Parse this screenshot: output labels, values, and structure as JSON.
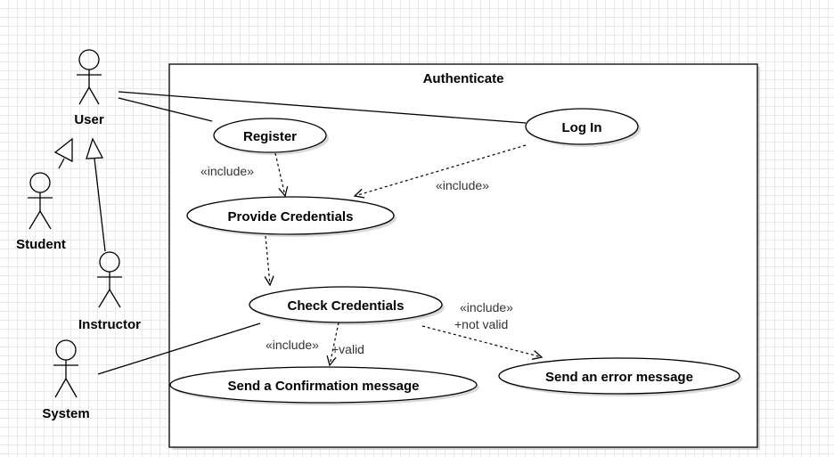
{
  "system_boundary": {
    "title": "Authenticate"
  },
  "actors": {
    "user": "User",
    "student": "Student",
    "instructor": "Instructor",
    "system": "System"
  },
  "use_cases": {
    "register": "Register",
    "log_in": "Log In",
    "provide_credentials": "Provide Credentials",
    "check_credentials": "Check Credentials",
    "send_confirmation": "Send a Confirmation message",
    "send_error": "Send an error message"
  },
  "relationship_labels": {
    "register_include": "«include»",
    "login_include": "«include»",
    "check_include": "«include»",
    "valid_guard": "+valid",
    "error_include": "«include»",
    "not_valid_guard": "+not valid"
  }
}
